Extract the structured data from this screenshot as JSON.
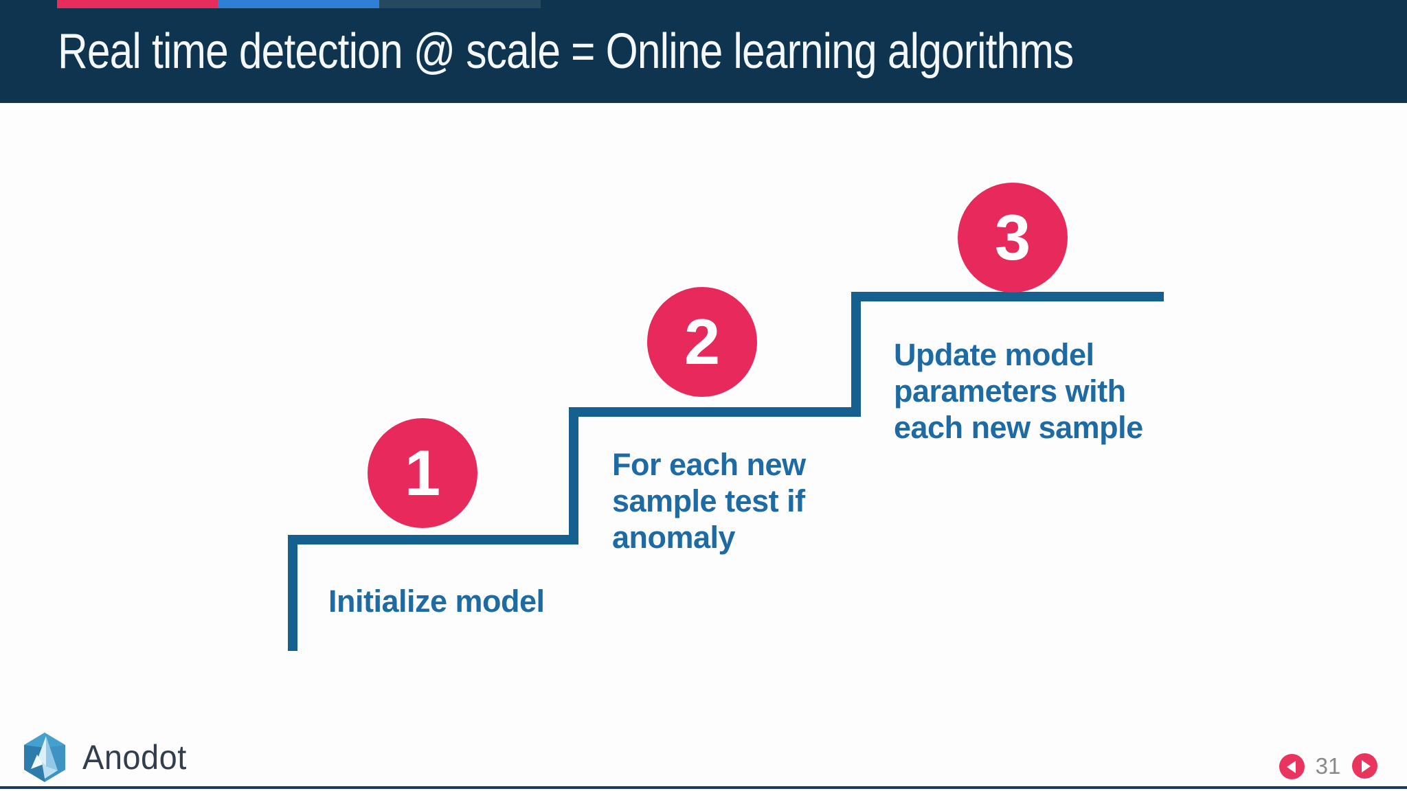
{
  "slide": {
    "title": "Real time detection @ scale = Online learning algorithms",
    "steps": [
      {
        "number": "1",
        "lines": [
          "Initialize model"
        ]
      },
      {
        "number": "2",
        "lines": [
          "For each new",
          "sample test if",
          "anomaly"
        ]
      },
      {
        "number": "3",
        "lines": [
          "Update model",
          "parameters with",
          "each new sample"
        ]
      }
    ],
    "footer": {
      "brand": "Anodot",
      "page_number": "31"
    }
  },
  "icons": {
    "logo": "anodot-prism-icon",
    "prev": "left-arrow-icon",
    "next": "right-arrow-icon"
  },
  "colors": {
    "header_bg": "#0E344F",
    "accent_red": "#E82C5B",
    "accent_blue": "#2F80D4",
    "accent_teal": "#27495F",
    "circle_red": "#E7295B",
    "stair_blue": "#15608F",
    "label_blue": "#1E6BA4",
    "nav_red": "#E9345D",
    "page_gray": "#8A8A8A",
    "brand_dark": "#323E4E"
  }
}
